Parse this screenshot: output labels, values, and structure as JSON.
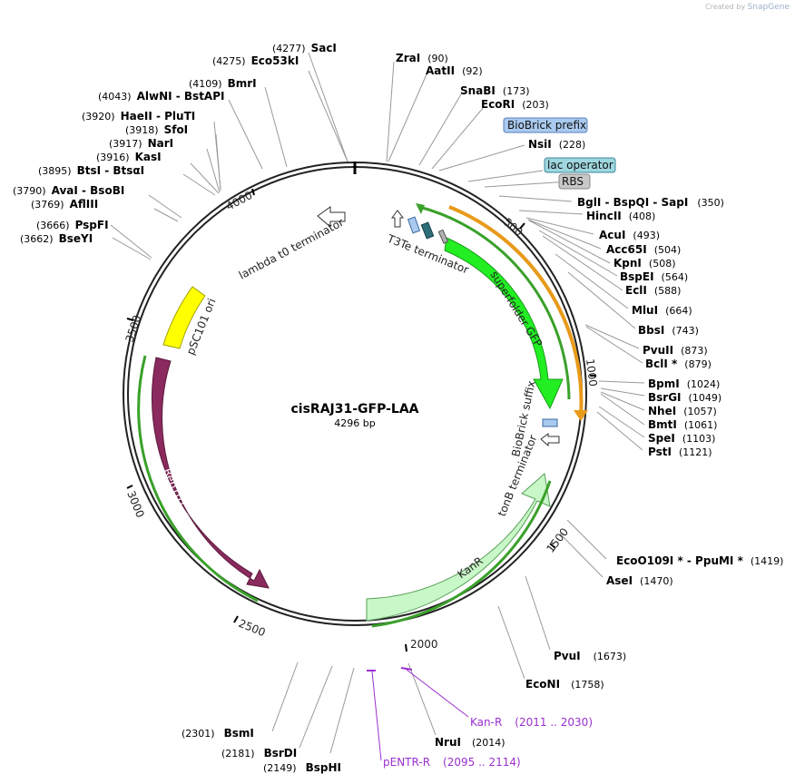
{
  "watermark": {
    "created_by": "Created by",
    "brand": "SnapGene"
  },
  "plasmid": {
    "name": "cisRAJ31-GFP-LAA",
    "length_label": "4296 bp",
    "length": 4296
  },
  "ticks": [
    "500",
    "1000",
    "1500",
    "2000",
    "2500",
    "3000",
    "3500",
    "4000"
  ],
  "features": [
    {
      "name": "superfolder GFP",
      "type": "CDS",
      "color": "#22ee22",
      "start": 240,
      "end": 956,
      "strand": 1
    },
    {
      "name": "KanR",
      "type": "CDS",
      "color": "#c8f7c8",
      "start": 1176,
      "end": 1970,
      "strand": -1
    },
    {
      "name": "Rep101",
      "type": "CDS",
      "color": "#8b2a5e",
      "start": 2455,
      "end": 3400,
      "strand": -1
    },
    {
      "name": "pSC101 ori",
      "type": "rep_origin",
      "color": "#ffff00",
      "start": 3460,
      "end": 3680,
      "strand": 0
    },
    {
      "name": "lambda t0 terminator",
      "type": "terminator",
      "color": "#ffffff",
      "start": 4020,
      "end": 4110,
      "strand": -1
    },
    {
      "name": "T3Te terminator",
      "type": "terminator",
      "color": "#ffffff",
      "start": 40,
      "end": 66,
      "strand": -1
    },
    {
      "name": "BioBrick suffix",
      "type": "misc",
      "color": "#a9c9ee",
      "start": 1057,
      "end": 1080,
      "strand": 0
    },
    {
      "name": "tonB terminator",
      "type": "terminator",
      "color": "#ffffff",
      "start": 1110,
      "end": 1145,
      "strand": -1
    },
    {
      "name": "BioBrick prefix",
      "type": "misc",
      "color": "#a9c9ee",
      "start": 140,
      "end": 162,
      "strand": 0
    },
    {
      "name": "lac operator",
      "type": "protein_bind",
      "color": "#2e6e78",
      "start": 180,
      "end": 200,
      "strand": 0
    },
    {
      "name": "RBS",
      "type": "RBS",
      "color": "#b0b0b0",
      "start": 212,
      "end": 225,
      "strand": 0
    }
  ],
  "boxed_labels": [
    {
      "name": "BioBrick prefix",
      "color": "#a9c9ee"
    },
    {
      "name": "lac operator",
      "color": "#9fd6df"
    },
    {
      "name": "RBS",
      "color": "#c8c8c8"
    }
  ],
  "sites": [
    {
      "name": "SacI",
      "position": "(4277)"
    },
    {
      "name": "Eco53kI",
      "position": "(4275)"
    },
    {
      "name": "BmrI",
      "position": "(4109)"
    },
    {
      "name": "AlwNI - BstAPI",
      "position": "(4043)"
    },
    {
      "name": "HaeII - PluTI",
      "position": "(3920)"
    },
    {
      "name": "SfoI",
      "position": "(3918)"
    },
    {
      "name": "NarI",
      "position": "(3917)"
    },
    {
      "name": "KasI",
      "position": "(3916)"
    },
    {
      "name": "BtsI - BtsαI",
      "position": "(3895)"
    },
    {
      "name": "AvaI - BsoBI",
      "position": "(3790)"
    },
    {
      "name": "AflIII",
      "position": "(3769)"
    },
    {
      "name": "PspFI",
      "position": "(3666)"
    },
    {
      "name": "BseYI",
      "position": "(3662)"
    },
    {
      "name": "ZraI",
      "position": "(90)"
    },
    {
      "name": "AatII",
      "position": "(92)"
    },
    {
      "name": "SnaBI",
      "position": "(173)"
    },
    {
      "name": "EcoRI",
      "position": "(203)"
    },
    {
      "name": "NsiI",
      "position": "(228)"
    },
    {
      "name": "BglI - BspQI - SapI",
      "position": "(350)"
    },
    {
      "name": "HincII",
      "position": "(408)"
    },
    {
      "name": "AcuI",
      "position": "(493)"
    },
    {
      "name": "Acc65I",
      "position": "(504)"
    },
    {
      "name": "KpnI",
      "position": "(508)"
    },
    {
      "name": "BspEI",
      "position": "(564)"
    },
    {
      "name": "EclI",
      "position": "(588)"
    },
    {
      "name": "MluI",
      "position": "(664)"
    },
    {
      "name": "BbsI",
      "position": "(743)"
    },
    {
      "name": "PvuII",
      "position": "(873)"
    },
    {
      "name": "BclI *",
      "position": "(879)"
    },
    {
      "name": "BpmI",
      "position": "(1024)"
    },
    {
      "name": "BsrGI",
      "position": "(1049)"
    },
    {
      "name": "NheI",
      "position": "(1057)"
    },
    {
      "name": "BmtI",
      "position": "(1061)"
    },
    {
      "name": "SpeI",
      "position": "(1103)"
    },
    {
      "name": "PstI",
      "position": "(1121)"
    },
    {
      "name": "EcoO109I * - PpuMI *",
      "position": "(1419)"
    },
    {
      "name": "AseI",
      "position": "(1470)"
    },
    {
      "name": "PvuI",
      "position": "(1673)"
    },
    {
      "name": "EcoNI",
      "position": "(1758)"
    },
    {
      "name": "NruI",
      "position": "(2014)"
    },
    {
      "name": "BsmI",
      "position": "(2301)"
    },
    {
      "name": "BsrDI",
      "position": "(2181)"
    },
    {
      "name": "BspHI",
      "position": "(2149)"
    }
  ],
  "primers": [
    {
      "name": "Kan-R",
      "position": "(2011 .. 2030)"
    },
    {
      "name": "pENTR-R",
      "position": "(2095 .. 2114)"
    }
  ]
}
